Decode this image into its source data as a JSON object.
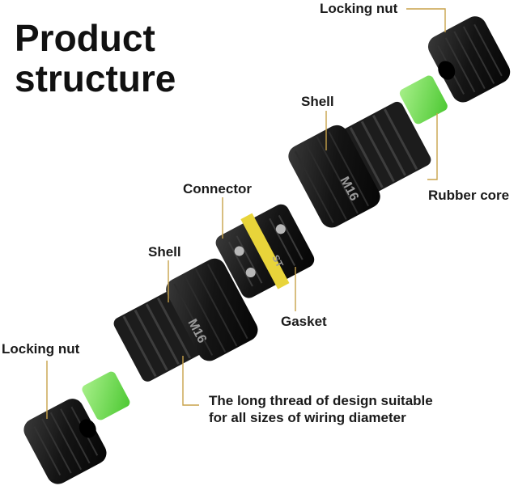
{
  "title": {
    "line1": "Product",
    "line2": "structure"
  },
  "labels": {
    "locking_nut_top": "Locking nut",
    "shell_top": "Shell",
    "rubber_core": "Rubber core",
    "connector": "Connector",
    "shell_left": "Shell",
    "gasket": "Gasket",
    "locking_nut_bottom": "Locking nut",
    "thread_line1": "The long thread of design suitable",
    "thread_line2": "for all sizes of wiring diameter"
  },
  "markings": {
    "shell_thread_size": "M16",
    "connector_mark": "ST"
  },
  "colors": {
    "leader": "#c8a24a",
    "body": "#141414",
    "rubber": "#7ee85a",
    "gasket": "#e8d43a",
    "terminal": "#b8b8b8"
  }
}
